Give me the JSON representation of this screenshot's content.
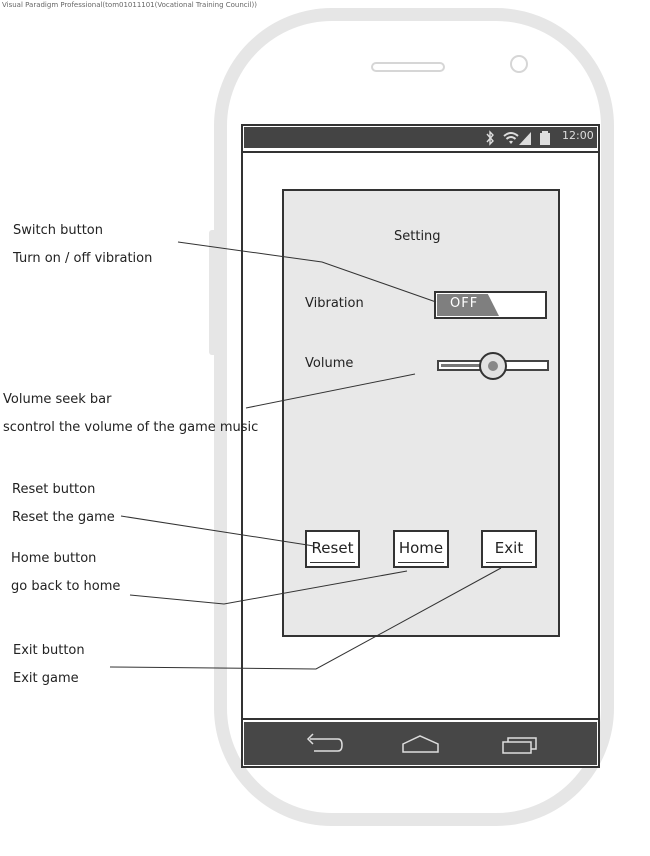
{
  "watermark": "Visual Paradigm Professional(tom01011101(Vocational Training Council))",
  "status_bar": {
    "time": "12:00",
    "icons": [
      "bluetooth-icon",
      "wifi-icon",
      "signal-icon",
      "battery-icon"
    ]
  },
  "nav_bar": {
    "icons": [
      "back-icon",
      "home-icon",
      "recent-apps-icon"
    ]
  },
  "setting_panel": {
    "title": "Setting",
    "vibration_label": "Vibration",
    "vibration_toggle": "OFF",
    "volume_label": "Volume",
    "volume_level": 0.48,
    "buttons": {
      "reset": "Reset",
      "home": "Home",
      "exit": "Exit"
    }
  },
  "annotations": {
    "switch": {
      "title": "Switch button",
      "desc": "Turn on / off vibration"
    },
    "volume": {
      "title": "Volume seek bar",
      "desc": "scontrol the volume of the game music"
    },
    "reset": {
      "title": "Reset button",
      "desc": "Reset the game"
    },
    "home": {
      "title": "Home button",
      "desc": "go back to home"
    },
    "exit": {
      "title": "Exit button",
      "desc": "Exit game"
    }
  },
  "colors": {
    "frame": "#e6e6e6",
    "bars": "#444444",
    "panel": "#e8e8e8",
    "outline": "#333333"
  }
}
